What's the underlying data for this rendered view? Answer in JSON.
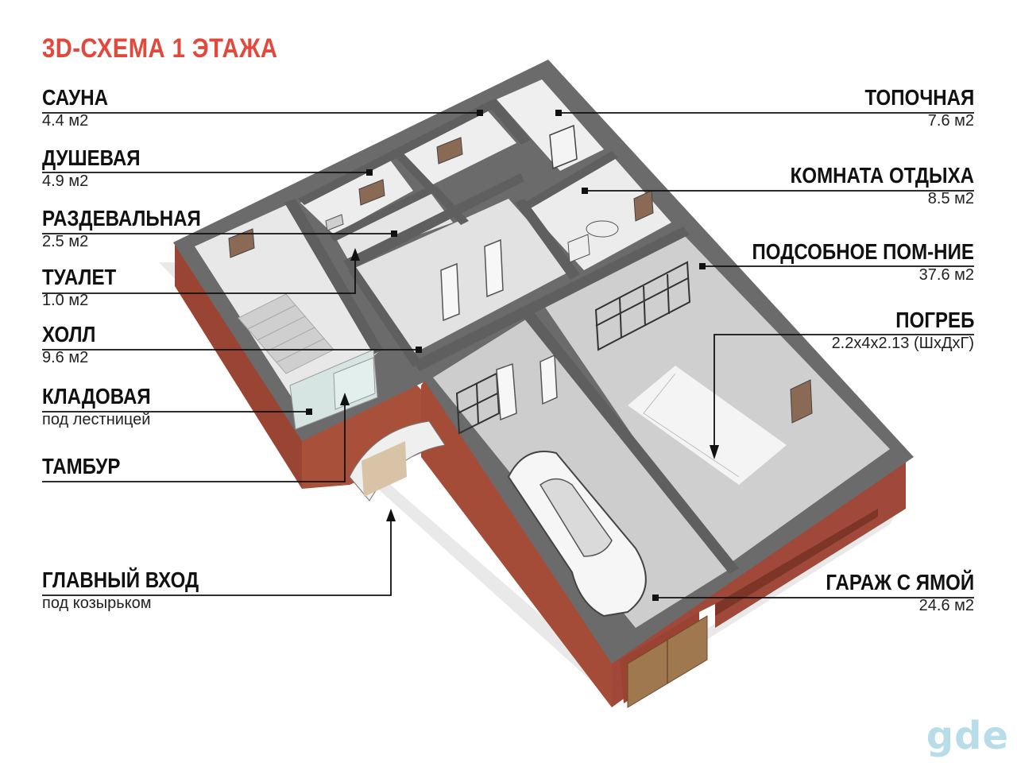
{
  "title": "3D-СХЕМА 1 ЭТАЖА",
  "labels": {
    "sauna": {
      "name": "САУНА",
      "value": "4.4 м2"
    },
    "shower": {
      "name": "ДУШЕВАЯ",
      "value": "4.9 м2"
    },
    "changing": {
      "name": "РАЗДЕВАЛЬНАЯ",
      "value": "2.5 м2"
    },
    "toilet": {
      "name": "ТУАЛЕТ",
      "value": "1.0 м2"
    },
    "hall": {
      "name": "ХОЛЛ",
      "value": "9.6 м2"
    },
    "storage": {
      "name": "КЛАДОВАЯ",
      "value": "под лестницей"
    },
    "vestibule": {
      "name": "ТАМБУР",
      "value": ""
    },
    "entrance": {
      "name": "ГЛАВНЫЙ ВХОД",
      "value": "под козырьком"
    },
    "boiler": {
      "name": "ТОПОЧНАЯ",
      "value": "7.6 м2"
    },
    "rest_room": {
      "name": "КОМНАТА ОТДЫХА",
      "value": "8.5 м2"
    },
    "utility": {
      "name": "ПОДСОБНОЕ ПОМ-НИЕ",
      "value": "37.6 м2"
    },
    "cellar": {
      "name": "ПОГРЕБ",
      "value": "2.2х4х2.13 (ШхДхГ)"
    },
    "garage": {
      "name": "ГАРАЖ С ЯМОЙ",
      "value": "24.6 м2"
    }
  },
  "watermark": "gde",
  "colors": {
    "title": "#e2483b",
    "wall_top": "#6b6b6b",
    "brick": "#a24a36",
    "floor": "#d3d3d3",
    "leader": "#111111"
  }
}
